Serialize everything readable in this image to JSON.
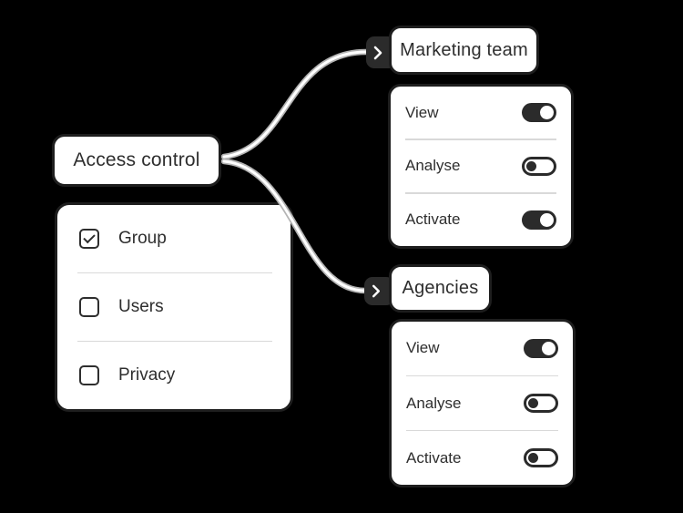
{
  "root": {
    "label": "Access control"
  },
  "options_panel": {
    "items": [
      {
        "label": "Group",
        "state": "checked"
      },
      {
        "label": "Users",
        "state": "unchecked"
      },
      {
        "label": "Privacy",
        "state": "unchecked"
      }
    ]
  },
  "branches": [
    {
      "label": "Marketing team",
      "permissions": [
        {
          "label": "View",
          "state": "on"
        },
        {
          "label": "Analyse",
          "state": "off"
        },
        {
          "label": "Activate",
          "state": "on"
        }
      ]
    },
    {
      "label": "Agencies",
      "permissions": [
        {
          "label": "View",
          "state": "on"
        },
        {
          "label": "Analyse",
          "state": "off"
        },
        {
          "label": "Activate",
          "state": "off"
        }
      ]
    }
  ],
  "icons": {
    "expand": "chevron-right",
    "checked_option": "checkmark"
  },
  "colors": {
    "background": "#000000",
    "surface": "#ffffff",
    "ink": "#2e2e2e",
    "outline": "#1e1e1e",
    "control_fill": "#2b2b2b",
    "divider": "#d9d9d9",
    "connector_edge": "#b4b4b4",
    "connector_core": "#ffffff"
  }
}
